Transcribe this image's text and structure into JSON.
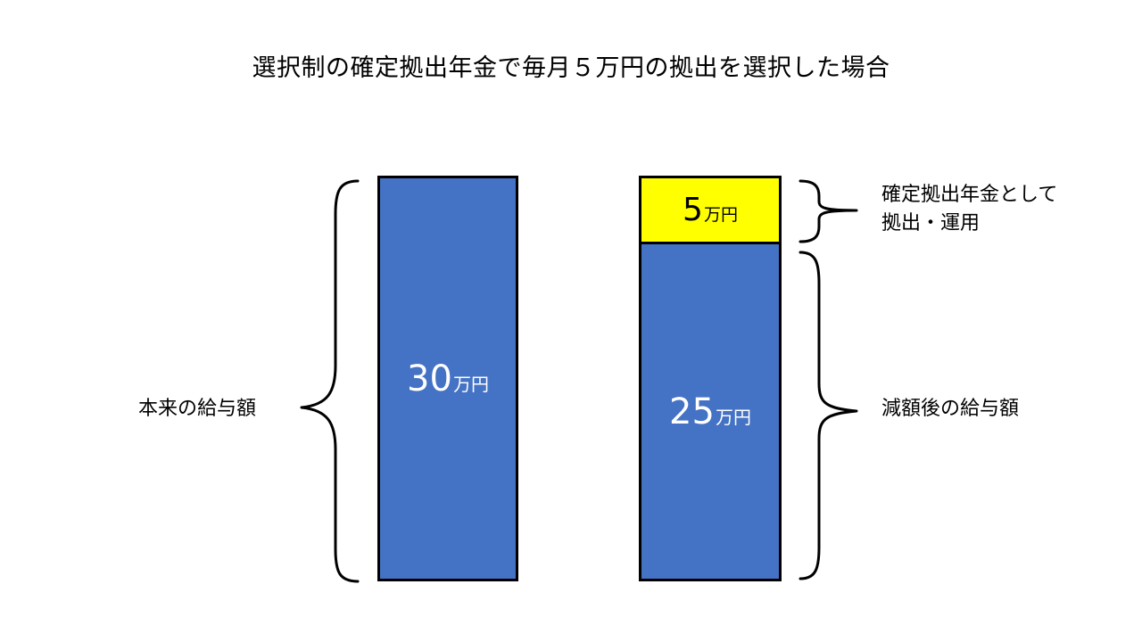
{
  "title": "選択制の確定拠出年金で毎月５万円の拠出を選択した場合",
  "left_bar": {
    "value": "30",
    "unit": "万円",
    "color": "#4472c4"
  },
  "right_bar": {
    "top": {
      "value": "5",
      "unit": "万円",
      "color": "#ffff00"
    },
    "bottom": {
      "value": "25",
      "unit": "万円",
      "color": "#4472c4"
    }
  },
  "labels": {
    "original_salary": "本来の給与額",
    "dc_line1": "確定拠出年金として",
    "dc_line2": "拠出・運用",
    "reduced_salary": "減額後の給与額"
  }
}
